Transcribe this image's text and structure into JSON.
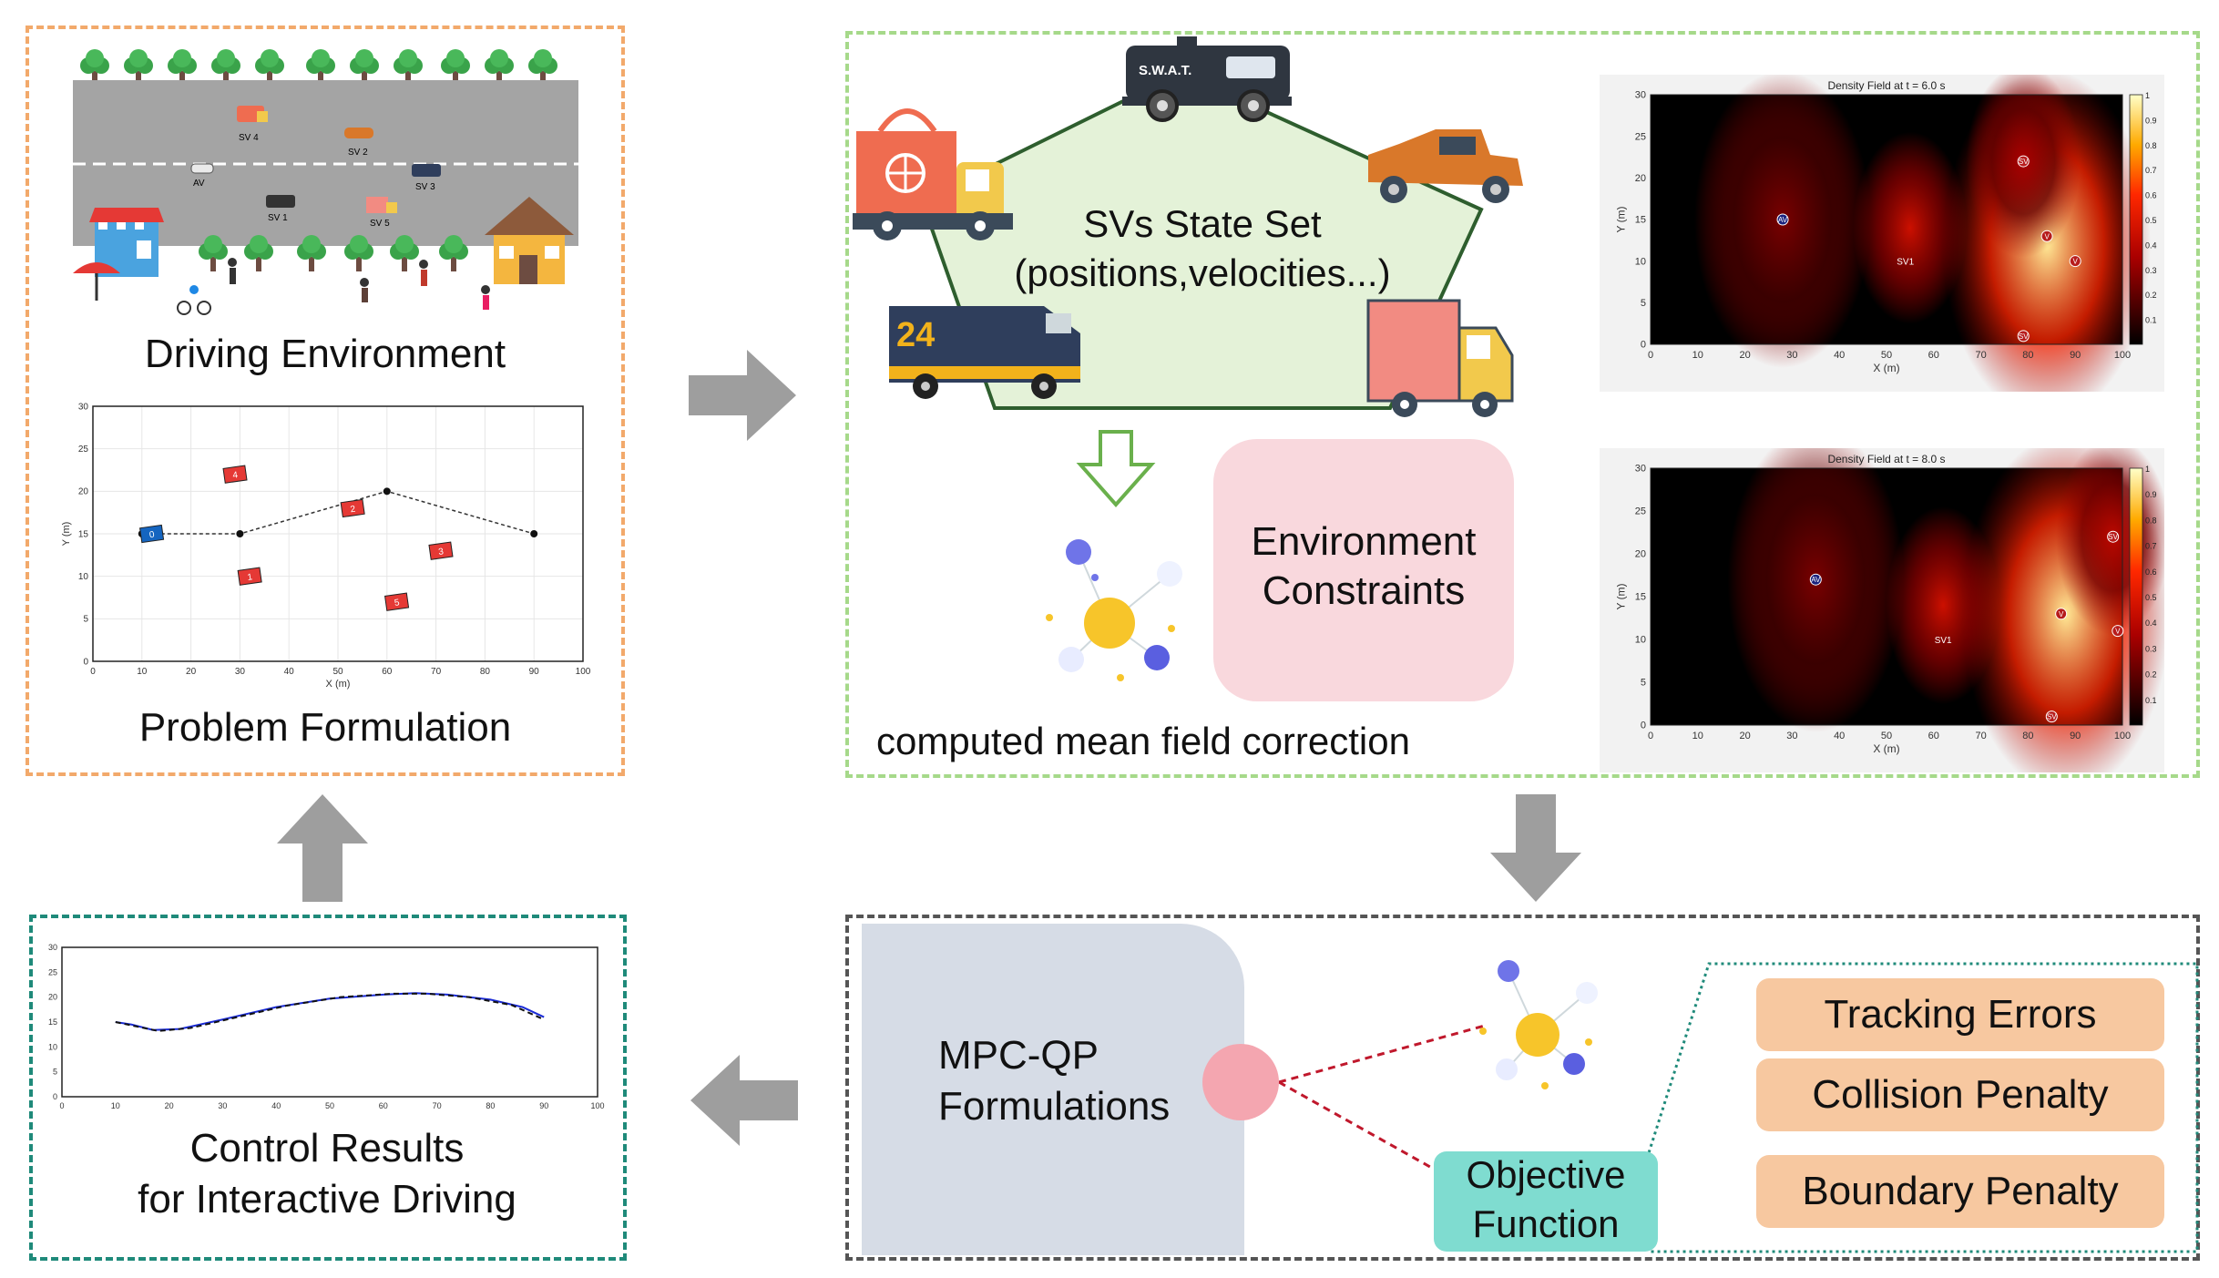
{
  "colors": {
    "env_border": "#f2a96b",
    "meanfield_border": "#a6d98a",
    "control_border": "#1f8a7a",
    "mpc_border": "#555555",
    "arrow": "#9e9e9e",
    "pill": "#f7c8a0",
    "objective": "#7fdcd0",
    "pentagon": "#e4f2d8"
  },
  "env": {
    "driving_label": "Driving Environment",
    "problem_label": "Problem Formulation",
    "road_labels": [
      "SV 4",
      "SV 2",
      "AV",
      "SV 3",
      "SV 1",
      "SV 5"
    ]
  },
  "meanfield": {
    "state_set_line1": "SVs State Set",
    "state_set_line2": "(positions,velocities...)",
    "swat_text": "S.W.A.T.",
    "van_number": "24",
    "constraints_line1": "Environment",
    "constraints_line2": "Constraints",
    "mean_field_label": "computed mean field correction"
  },
  "mpc": {
    "title_line1": "MPC-QP",
    "title_line2": "Formulations",
    "objective_line1": "Objective",
    "objective_line2": "Function",
    "terms": [
      "Tracking Errors",
      "Collision Penalty",
      "Boundary Penalty"
    ]
  },
  "control": {
    "line1": "Control Results",
    "line2": "for Interactive Driving"
  },
  "chart_data": [
    {
      "type": "scatter",
      "title": "",
      "xlabel": "X (m)",
      "ylabel": "Y (m)",
      "xlim": [
        0,
        100
      ],
      "ylim": [
        0,
        30
      ],
      "x_ticks": [
        "0",
        "10",
        "20",
        "30",
        "40",
        "50",
        "60",
        "70",
        "80",
        "90",
        "100"
      ],
      "y_ticks": [
        "0",
        "5",
        "10",
        "15",
        "20",
        "25",
        "30"
      ],
      "path": [
        [
          10,
          15
        ],
        [
          30,
          15
        ],
        [
          60,
          20
        ],
        [
          90,
          15
        ]
      ],
      "vehicles": [
        {
          "label": "0",
          "x": 12,
          "y": 15,
          "color": "#1565c0"
        },
        {
          "label": "4",
          "x": 29,
          "y": 22,
          "color": "#e53935"
        },
        {
          "label": "1",
          "x": 32,
          "y": 10,
          "color": "#e53935"
        },
        {
          "label": "2",
          "x": 53,
          "y": 18,
          "color": "#e53935"
        },
        {
          "label": "3",
          "x": 71,
          "y": 13,
          "color": "#e53935"
        },
        {
          "label": "5",
          "x": 62,
          "y": 7,
          "color": "#e53935"
        }
      ]
    },
    {
      "type": "heatmap",
      "title": "Density Field at t = 6.0 s",
      "xlabel": "X (m)",
      "ylabel": "Y (m)",
      "xlim": [
        0,
        100
      ],
      "ylim": [
        0,
        30
      ],
      "x_ticks": [
        "0",
        "10",
        "20",
        "30",
        "40",
        "50",
        "60",
        "70",
        "80",
        "90",
        "100"
      ],
      "y_ticks": [
        "0",
        "5",
        "10",
        "15",
        "20",
        "25",
        "30"
      ],
      "colorbar_ticks": [
        "0.1",
        "0.2",
        "0.3",
        "0.4",
        "0.5",
        "0.6",
        "0.7",
        "0.8",
        "0.9",
        "1"
      ],
      "markers": [
        {
          "label": "AV",
          "x": 28,
          "y": 15,
          "kind": "av"
        },
        {
          "label": "SV1",
          "x": 54,
          "y": 10,
          "kind": "text"
        },
        {
          "label": "SV",
          "x": 79,
          "y": 22,
          "kind": "sv"
        },
        {
          "label": "V",
          "x": 84,
          "y": 13,
          "kind": "sv"
        },
        {
          "label": "V",
          "x": 90,
          "y": 10,
          "kind": "sv"
        },
        {
          "label": "SV",
          "x": 79,
          "y": 1,
          "kind": "sv"
        }
      ],
      "peaks": [
        {
          "x": 28,
          "y": 15,
          "r": 0.25,
          "w": 0.85
        },
        {
          "x": 55,
          "y": 14,
          "r": 0.45,
          "w": 0.55
        },
        {
          "x": 84,
          "y": 12,
          "r": 0.95,
          "w": 1.0
        },
        {
          "x": 79,
          "y": 22,
          "r": 0.35,
          "w": 0.55
        }
      ]
    },
    {
      "type": "heatmap",
      "title": "Density Field at t = 8.0 s",
      "xlabel": "X (m)",
      "ylabel": "Y (m)",
      "xlim": [
        0,
        100
      ],
      "ylim": [
        0,
        30
      ],
      "x_ticks": [
        "0",
        "10",
        "20",
        "30",
        "40",
        "50",
        "60",
        "70",
        "80",
        "90",
        "100"
      ],
      "y_ticks": [
        "0",
        "5",
        "10",
        "15",
        "20",
        "25",
        "30"
      ],
      "colorbar_ticks": [
        "0.1",
        "0.2",
        "0.3",
        "0.4",
        "0.5",
        "0.6",
        "0.7",
        "0.8",
        "0.9",
        "1"
      ],
      "markers": [
        {
          "label": "AV",
          "x": 35,
          "y": 17,
          "kind": "av"
        },
        {
          "label": "SV1",
          "x": 62,
          "y": 10,
          "kind": "text"
        },
        {
          "label": "SV",
          "x": 98,
          "y": 22,
          "kind": "sv"
        },
        {
          "label": "V",
          "x": 87,
          "y": 13,
          "kind": "sv"
        },
        {
          "label": "V",
          "x": 99,
          "y": 11,
          "kind": "sv"
        },
        {
          "label": "SV",
          "x": 85,
          "y": 1,
          "kind": "sv"
        }
      ],
      "peaks": [
        {
          "x": 35,
          "y": 17,
          "r": 0.25,
          "w": 0.85
        },
        {
          "x": 62,
          "y": 14,
          "r": 0.45,
          "w": 0.55
        },
        {
          "x": 88,
          "y": 13,
          "r": 0.95,
          "w": 1.0
        },
        {
          "x": 98,
          "y": 22,
          "r": 0.4,
          "w": 0.55
        }
      ]
    },
    {
      "type": "line",
      "title": "",
      "xlabel": "",
      "ylabel": "",
      "xlim": [
        0,
        100
      ],
      "ylim": [
        0,
        30
      ],
      "x_ticks": [
        "0",
        "10",
        "20",
        "30",
        "40",
        "50",
        "60",
        "70",
        "80",
        "90",
        "100"
      ],
      "y_ticks": [
        "0",
        "5",
        "10",
        "15",
        "20",
        "25",
        "30"
      ],
      "series": [
        {
          "style": "solid",
          "color": "#1a2bd6",
          "points": [
            [
              10,
              15
            ],
            [
              13,
              14.5
            ],
            [
              17,
              13.4
            ],
            [
              22,
              13.6
            ],
            [
              30,
              15.5
            ],
            [
              40,
              18
            ],
            [
              50,
              19.7
            ],
            [
              60,
              20.5
            ],
            [
              66,
              20.8
            ],
            [
              72,
              20.5
            ],
            [
              80,
              19.5
            ],
            [
              86,
              18
            ],
            [
              90,
              16
            ]
          ]
        },
        {
          "style": "dashed",
          "color": "#111111",
          "points": [
            [
              10,
              15
            ],
            [
              14,
              14.1
            ],
            [
              18,
              13.2
            ],
            [
              24,
              13.8
            ],
            [
              32,
              15.8
            ],
            [
              42,
              18.3
            ],
            [
              52,
              20
            ],
            [
              62,
              20.7
            ],
            [
              68,
              20.7
            ],
            [
              76,
              20
            ],
            [
              84,
              18.4
            ],
            [
              90,
              15.5
            ]
          ]
        }
      ]
    }
  ]
}
